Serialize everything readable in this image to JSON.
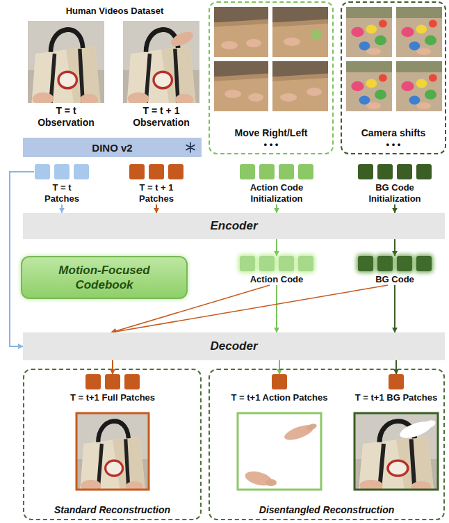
{
  "diagram": {
    "nodes": [
      {
        "text": [
          "Move Right/Left",
          "• • •"
        ]
      },
      {
        "text": [
          "Camera shifts",
          "• • •"
        ]
      },
      {
        "text": [
          "DINO v2"
        ]
      },
      {
        "text": [
          "T = t Patches"
        ]
      },
      {
        "text": [
          "T = t + 1 Patches"
        ]
      },
      {
        "text": [
          "Action Code Initialization"
        ]
      },
      {
        "text": [
          "BG Code Initialization"
        ]
      },
      {
        "text": [
          "Encoder"
        ]
      },
      {
        "text": [
          "Motion-Focused Codebook"
        ]
      },
      {
        "text": [
          "Action Code"
        ]
      },
      {
        "text": [
          "BG Code"
        ]
      },
      {
        "text": [
          "Decoder"
        ]
      },
      {
        "text": [
          "Standard Reconstruction"
        ]
      },
      {
        "text": [
          "T = t+1 Full Patches"
        ],
        "in": 12
      },
      {
        "text": [
          "Disentangled Reconstruction"
        ]
      },
      {
        "text": [
          "T = t+1 Action Patches"
        ],
        "in": 14
      },
      {
        "text": [
          "T = t+1 BG Patches"
        ],
        "in": 14
      }
    ],
    "edges": [
      {
        "from": 3,
        "to": 7,
        "arrow": "to"
      },
      {
        "from": 4,
        "to": 7,
        "arrow": "to"
      },
      {
        "from": 5,
        "to": 7,
        "arrow": "to"
      },
      {
        "from": 6,
        "to": 7,
        "arrow": "to"
      },
      {
        "from": 7,
        "to": 9,
        "arrow": "to"
      },
      {
        "from": 7,
        "to": 10,
        "arrow": "to"
      },
      {
        "from": 3,
        "to": 11,
        "arrow": "to"
      },
      {
        "from": 9,
        "to": 11,
        "arrow": "to"
      },
      {
        "from": 10,
        "to": 11,
        "arrow": "to"
      },
      {
        "from": 9,
        "to": 11,
        "arrow": "to"
      },
      {
        "from": 10,
        "to": 11,
        "arrow": "to"
      },
      {
        "from": 11,
        "to": 13,
        "arrow": "to"
      },
      {
        "from": 11,
        "to": 15,
        "arrow": "to"
      },
      {
        "from": 11,
        "to": 16,
        "arrow": "to"
      }
    ],
    "labels": [
      "Human Videos Dataset",
      "T = t Observation",
      "T = t + 1 Observation"
    ]
  }
}
